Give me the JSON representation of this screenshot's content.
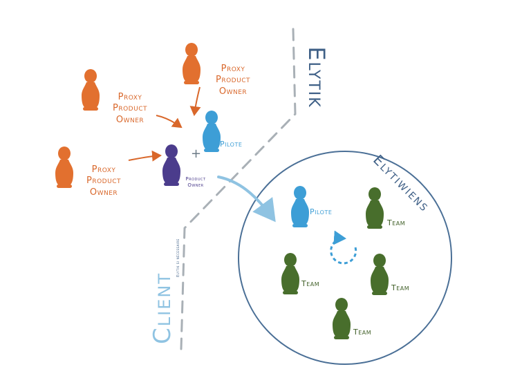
{
  "diagram": {
    "zones": {
      "elytik": "Elytik",
      "client": "Client",
      "client_note": "Elytik si nécessaire",
      "elytiwiens": "Elytiwiens"
    },
    "roles": {
      "ppo_top": "Proxy Product Owner",
      "ppo_middle": "Proxy Product Owner",
      "ppo_bottom": "Proxy Product Owner",
      "product_owner": "Product Owner",
      "pilote_outside": "Pilote",
      "pilote_inside": "Pilote",
      "team_1": "Team",
      "team_2": "Team",
      "team_3": "Team",
      "team_4": "Team"
    },
    "plus_sign": "+",
    "colors": {
      "orange": "#d9672a",
      "blue": "#3d9ed6",
      "purple": "#4b3c8c",
      "green": "#3f5e26",
      "line": "#4a6f96",
      "dash": "#a9b0b6"
    }
  }
}
